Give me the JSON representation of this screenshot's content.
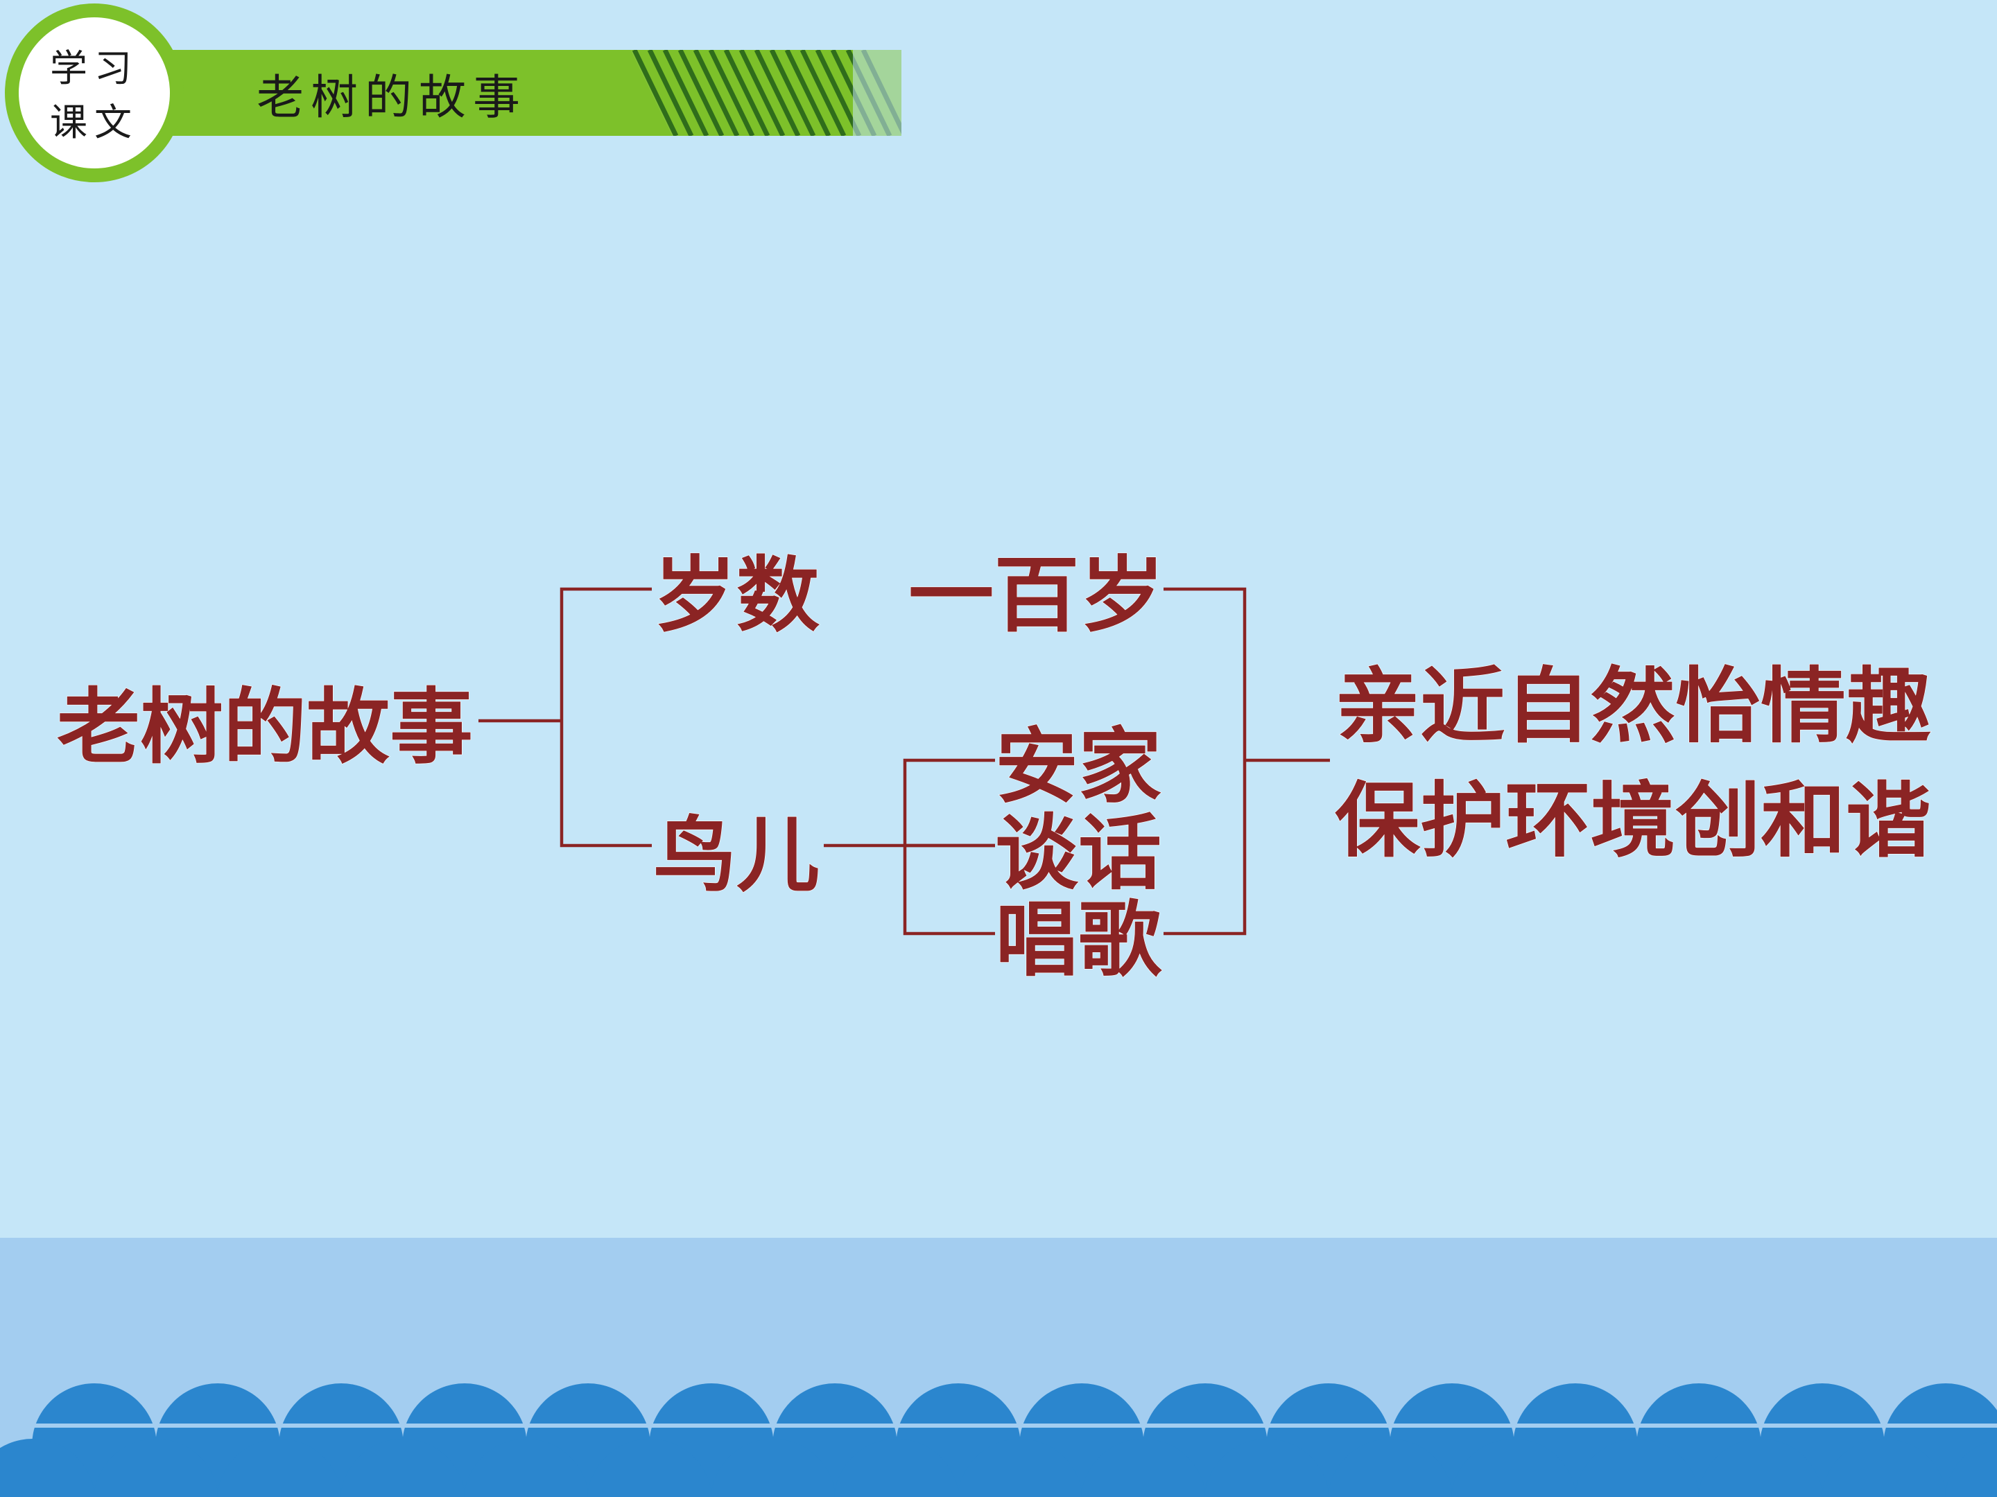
{
  "header": {
    "badge_line1": "学习",
    "badge_line2": "课文",
    "title": "老树的故事",
    "colors": {
      "green": "#7dc12a",
      "dark_green": "#2f6d1b",
      "badge_fill": "#ffffff"
    }
  },
  "diagram": {
    "root": "老树的故事",
    "branch_age": "岁数",
    "age_value": "一百岁",
    "branch_birds": "鸟儿",
    "bird_acts": [
      "安家",
      "谈话",
      "唱歌"
    ],
    "theme_line1": "亲近自然怡情趣",
    "theme_line2": "保护环境创和谐",
    "color": "#8b2424"
  },
  "footer": {
    "colors": {
      "band": "#a3cdf0",
      "waves": "#2b86ce"
    }
  }
}
